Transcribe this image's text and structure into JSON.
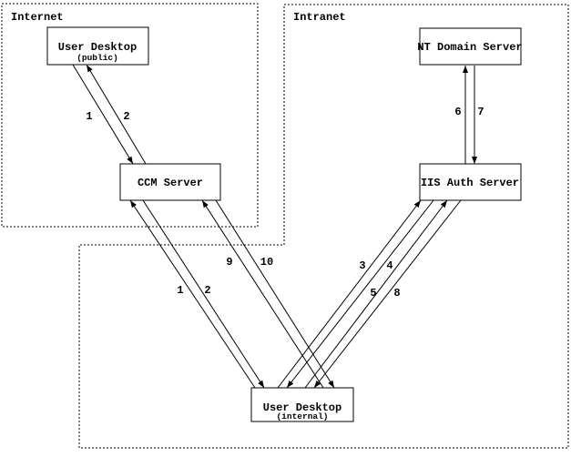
{
  "diagram": {
    "background_color": "#ffffff",
    "line_color": "#000000",
    "regions": [
      {
        "id": "internet",
        "label": "Internet"
      },
      {
        "id": "intranet",
        "label": "Intranet"
      }
    ],
    "nodes": [
      {
        "id": "user-desktop-public",
        "label": "User Desktop",
        "sublabel": "(public)"
      },
      {
        "id": "ccm-server",
        "label": "CCM Server",
        "sublabel": ""
      },
      {
        "id": "nt-domain-server",
        "label": "NT Domain Server",
        "sublabel": ""
      },
      {
        "id": "iis-auth-server",
        "label": "IIS Auth Server",
        "sublabel": ""
      },
      {
        "id": "user-desktop-internal",
        "label": "User Desktop",
        "sublabel": "(internal)"
      }
    ],
    "edges": [
      {
        "label": "1",
        "from": "user-desktop-public",
        "to": "ccm-server"
      },
      {
        "label": "2",
        "from": "ccm-server",
        "to": "user-desktop-public"
      },
      {
        "label": "1",
        "from": "user-desktop-internal",
        "to": "ccm-server"
      },
      {
        "label": "2",
        "from": "ccm-server",
        "to": "user-desktop-internal"
      },
      {
        "label": "9",
        "from": "user-desktop-internal",
        "to": "ccm-server"
      },
      {
        "label": "10",
        "from": "ccm-server",
        "to": "user-desktop-internal"
      },
      {
        "label": "3",
        "from": "user-desktop-internal",
        "to": "iis-auth-server"
      },
      {
        "label": "4",
        "from": "iis-auth-server",
        "to": "user-desktop-internal"
      },
      {
        "label": "5",
        "from": "user-desktop-internal",
        "to": "iis-auth-server"
      },
      {
        "label": "8",
        "from": "iis-auth-server",
        "to": "user-desktop-internal"
      },
      {
        "label": "6",
        "from": "iis-auth-server",
        "to": "nt-domain-server"
      },
      {
        "label": "7",
        "from": "nt-domain-server",
        "to": "iis-auth-server"
      }
    ]
  }
}
